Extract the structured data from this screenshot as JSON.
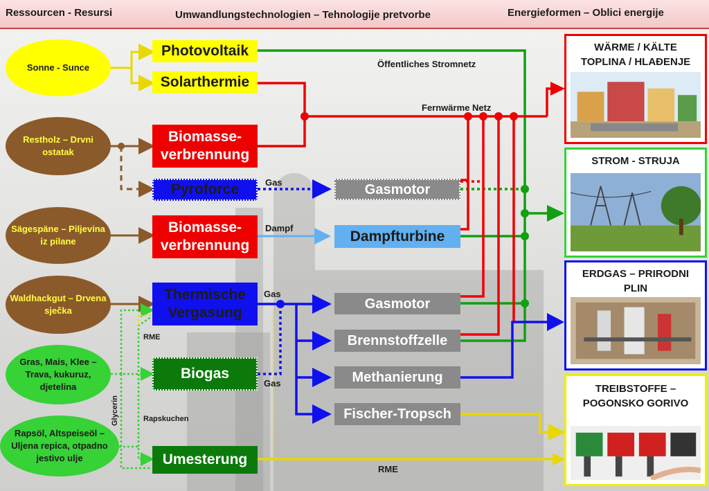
{
  "header": {
    "col1": "Ressourcen - Resursi",
    "col2": "Umwandlungstechnologien – Tehnologije pretvorbe",
    "col3": "Energieformen – Oblici energije"
  },
  "resources": {
    "sonne": "Sonne - Sunce",
    "restholz": "Restholz – Drvni ostatak",
    "saegespaene": "Sägespäne – Piljevina iz pilane",
    "waldhackgut": "Waldhackgut – Drvena sječka",
    "gras": "Gras, Mais, Klee – Trava, kukuruz, djetelina",
    "rapsoel": "Rapsöl, Altspeiseöl – Uljena repica, otpadno jestivo ulje"
  },
  "technologies": {
    "photovoltaik": "Photovoltaik",
    "solarthermie": "Solarthermie",
    "biomasse1": "Biomasse-verbrennung",
    "pyroforce": "Pyroforce",
    "biomasse2": "Biomasse-verbrennung",
    "thermische": "Thermische Vergasung",
    "biogas": "Biogas",
    "umesterung": "Umesterung"
  },
  "secondary": {
    "gasmotor1": "Gasmotor",
    "dampfturbine": "Dampfturbine",
    "gasmotor2": "Gasmotor",
    "brennstoffzelle": "Brennstoffzelle",
    "methanierung": "Methanierung",
    "fischer": "Fischer-Tropsch"
  },
  "flow_labels": {
    "stromnetz": "Öffentliches Stromnetz",
    "fernwaerme": "Fernwärme Netz",
    "gas1": "Gas",
    "dampf": "Dampf",
    "gas2": "Gas",
    "gas3": "Gas",
    "rme_small": "RME",
    "rapskuchen": "Rapskuchen",
    "glycerin": "Glycerin",
    "rme_bottom": "RME"
  },
  "energy_forms": {
    "waerme": "WÄRME / KÄLTE TOPLINA / HLAĐENJE",
    "strom": "STROM - STRUJA",
    "erdgas": "ERDGAS – PRIRODNI PLIN",
    "treibstoffe": "TREIBSTOFFE – POGONSKO GORIVO"
  },
  "colors": {
    "electric": "#10a010",
    "heat": "#ee0000",
    "gas": "#1010ee",
    "fuel": "#f0f000",
    "biomass": "#8b5a2b"
  }
}
